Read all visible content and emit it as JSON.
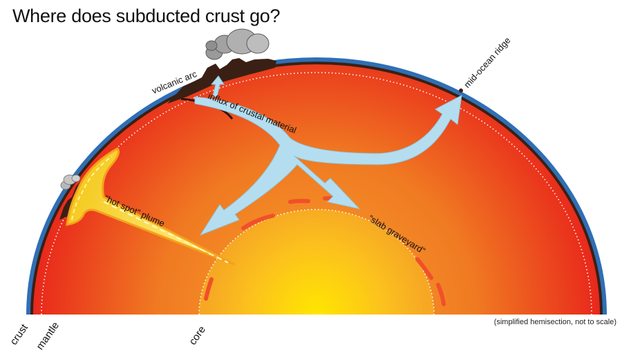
{
  "title": "Where does subducted crust go?",
  "note": "(simplified hemisection, not to scale)",
  "labels": {
    "volcanic_arc": "volcanic arc",
    "mid_ocean_ridge": "mid-ocean ridge",
    "influx": "influx of crustal material",
    "hot_spot": "“hot spot” plume",
    "slab_graveyard": "“slab graveyard”",
    "crust": "crust",
    "mantle": "mantle",
    "core": "core"
  },
  "colors": {
    "crust_line": "#2f6fb5",
    "mantle_outer": "#e8231b",
    "mantle_inner": "#f08a23",
    "core_center": "#ffe000",
    "arrow": "#b4def0",
    "slab": "#f0502a",
    "plume": "#f7d41e",
    "rock": "#3a2014"
  }
}
